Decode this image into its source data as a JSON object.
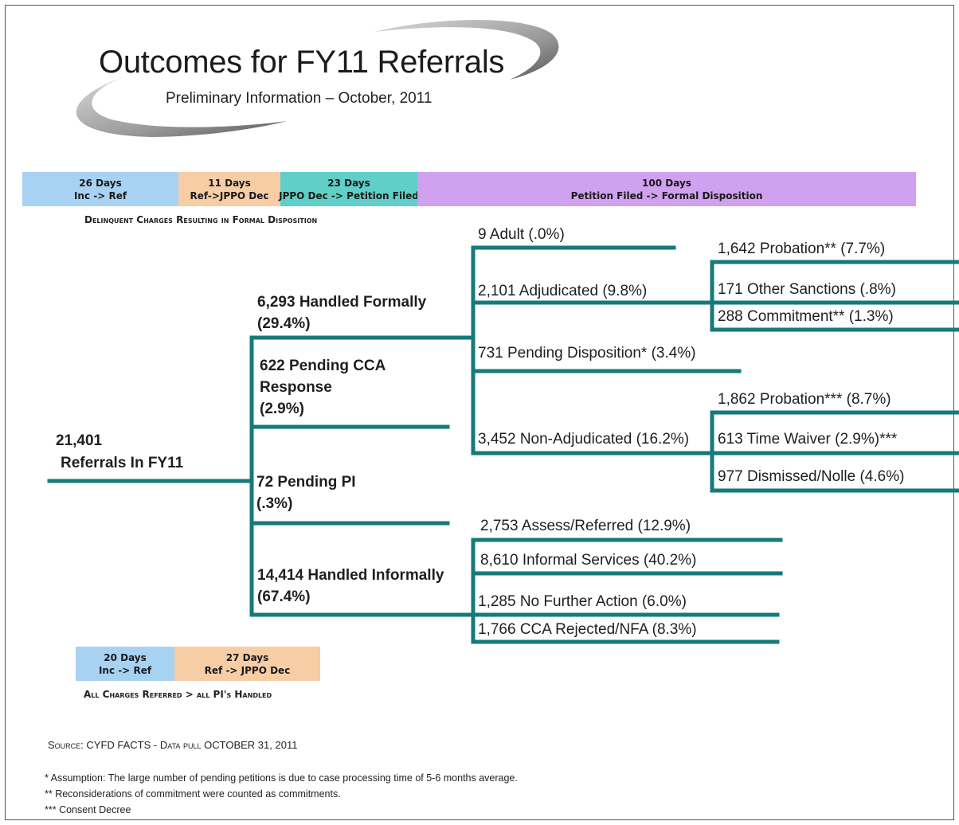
{
  "header": {
    "title": "Outcomes for FY11 Referrals",
    "subtitle": "Preliminary Information – October, 2011"
  },
  "timeline_top": {
    "segments": [
      {
        "days": "26 Days",
        "label": "Inc -> Ref",
        "color": "#a8d2f2"
      },
      {
        "days": "11 Days",
        "label": "Ref->JPPO Dec",
        "color": "#f7cda6"
      },
      {
        "days": "23 Days",
        "label": "JPPO Dec -> Petition Filed",
        "color": "#5fcfc7"
      },
      {
        "days": "100 Days",
        "label": "Petition Filed -> Formal Disposition",
        "color": "#cfa1ef"
      }
    ],
    "caption": "Delinquent Charges Resulting in Formal Disposition"
  },
  "timeline_bottom": {
    "segments": [
      {
        "days": "20 Days",
        "label": "Inc -> Ref",
        "color": "#a8d2f2"
      },
      {
        "days": "27 Days",
        "label": "Ref -> JPPO Dec",
        "color": "#f7cda6"
      }
    ],
    "caption": "All Charges Referred > all PI's Handled"
  },
  "tree": {
    "line_color": "#157a7a",
    "root": {
      "line1": "21,401",
      "line2": "Referrals In FY11"
    },
    "level1": {
      "formal": {
        "line1": "6,293 Handled Formally",
        "line2": "(29.4%)"
      },
      "pending_cca": {
        "line1": "622 Pending CCA",
        "line2": "Response",
        "line3": "(2.9%)"
      },
      "pending_pi": {
        "line1": "72 Pending PI",
        "line2": "(.3%)"
      },
      "informal": {
        "line1": "14,414 Handled Informally",
        "line2": "(67.4%)"
      }
    },
    "formal_outcomes": {
      "adult": "9 Adult  (.0%)",
      "adjudicated": "2,101 Adjudicated  (9.8%)",
      "pending_disposition": "731 Pending Disposition* (3.4%)",
      "non_adjudicated": "3,452 Non-Adjudicated  (16.2%)"
    },
    "adjudicated_outcomes": {
      "probation": "1,642  Probation**  (7.7%)",
      "other_sanctions": "171 Other Sanctions  (.8%)",
      "commitment": "288 Commitment**  (1.3%)"
    },
    "nonadjudicated_outcomes": {
      "probation": "1,862 Probation*** (8.7%)",
      "time_waiver": "613 Time Waiver (2.9%)***",
      "dismissed": "977 Dismissed/Nolle  (4.6%)"
    },
    "informal_outcomes": {
      "assess_referred": "2,753 Assess/Referred (12.9%)",
      "informal_services": "8,610 Informal Services (40.2%)",
      "no_further_action": "1,285 No Further Action (6.0%)",
      "cca_rejected": "1,766 CCA Rejected/NFA  (8.3%)"
    }
  },
  "footer": {
    "source": "Source:  CYFD FACTS - Data pull OCTOBER 31, 2011",
    "notes": [
      "* Assumption:  The large number of pending petitions is due to case processing time of 5-6 months average.",
      "**  Reconsiderations of commitment were counted as commitments.",
      "*** Consent Decree"
    ]
  }
}
